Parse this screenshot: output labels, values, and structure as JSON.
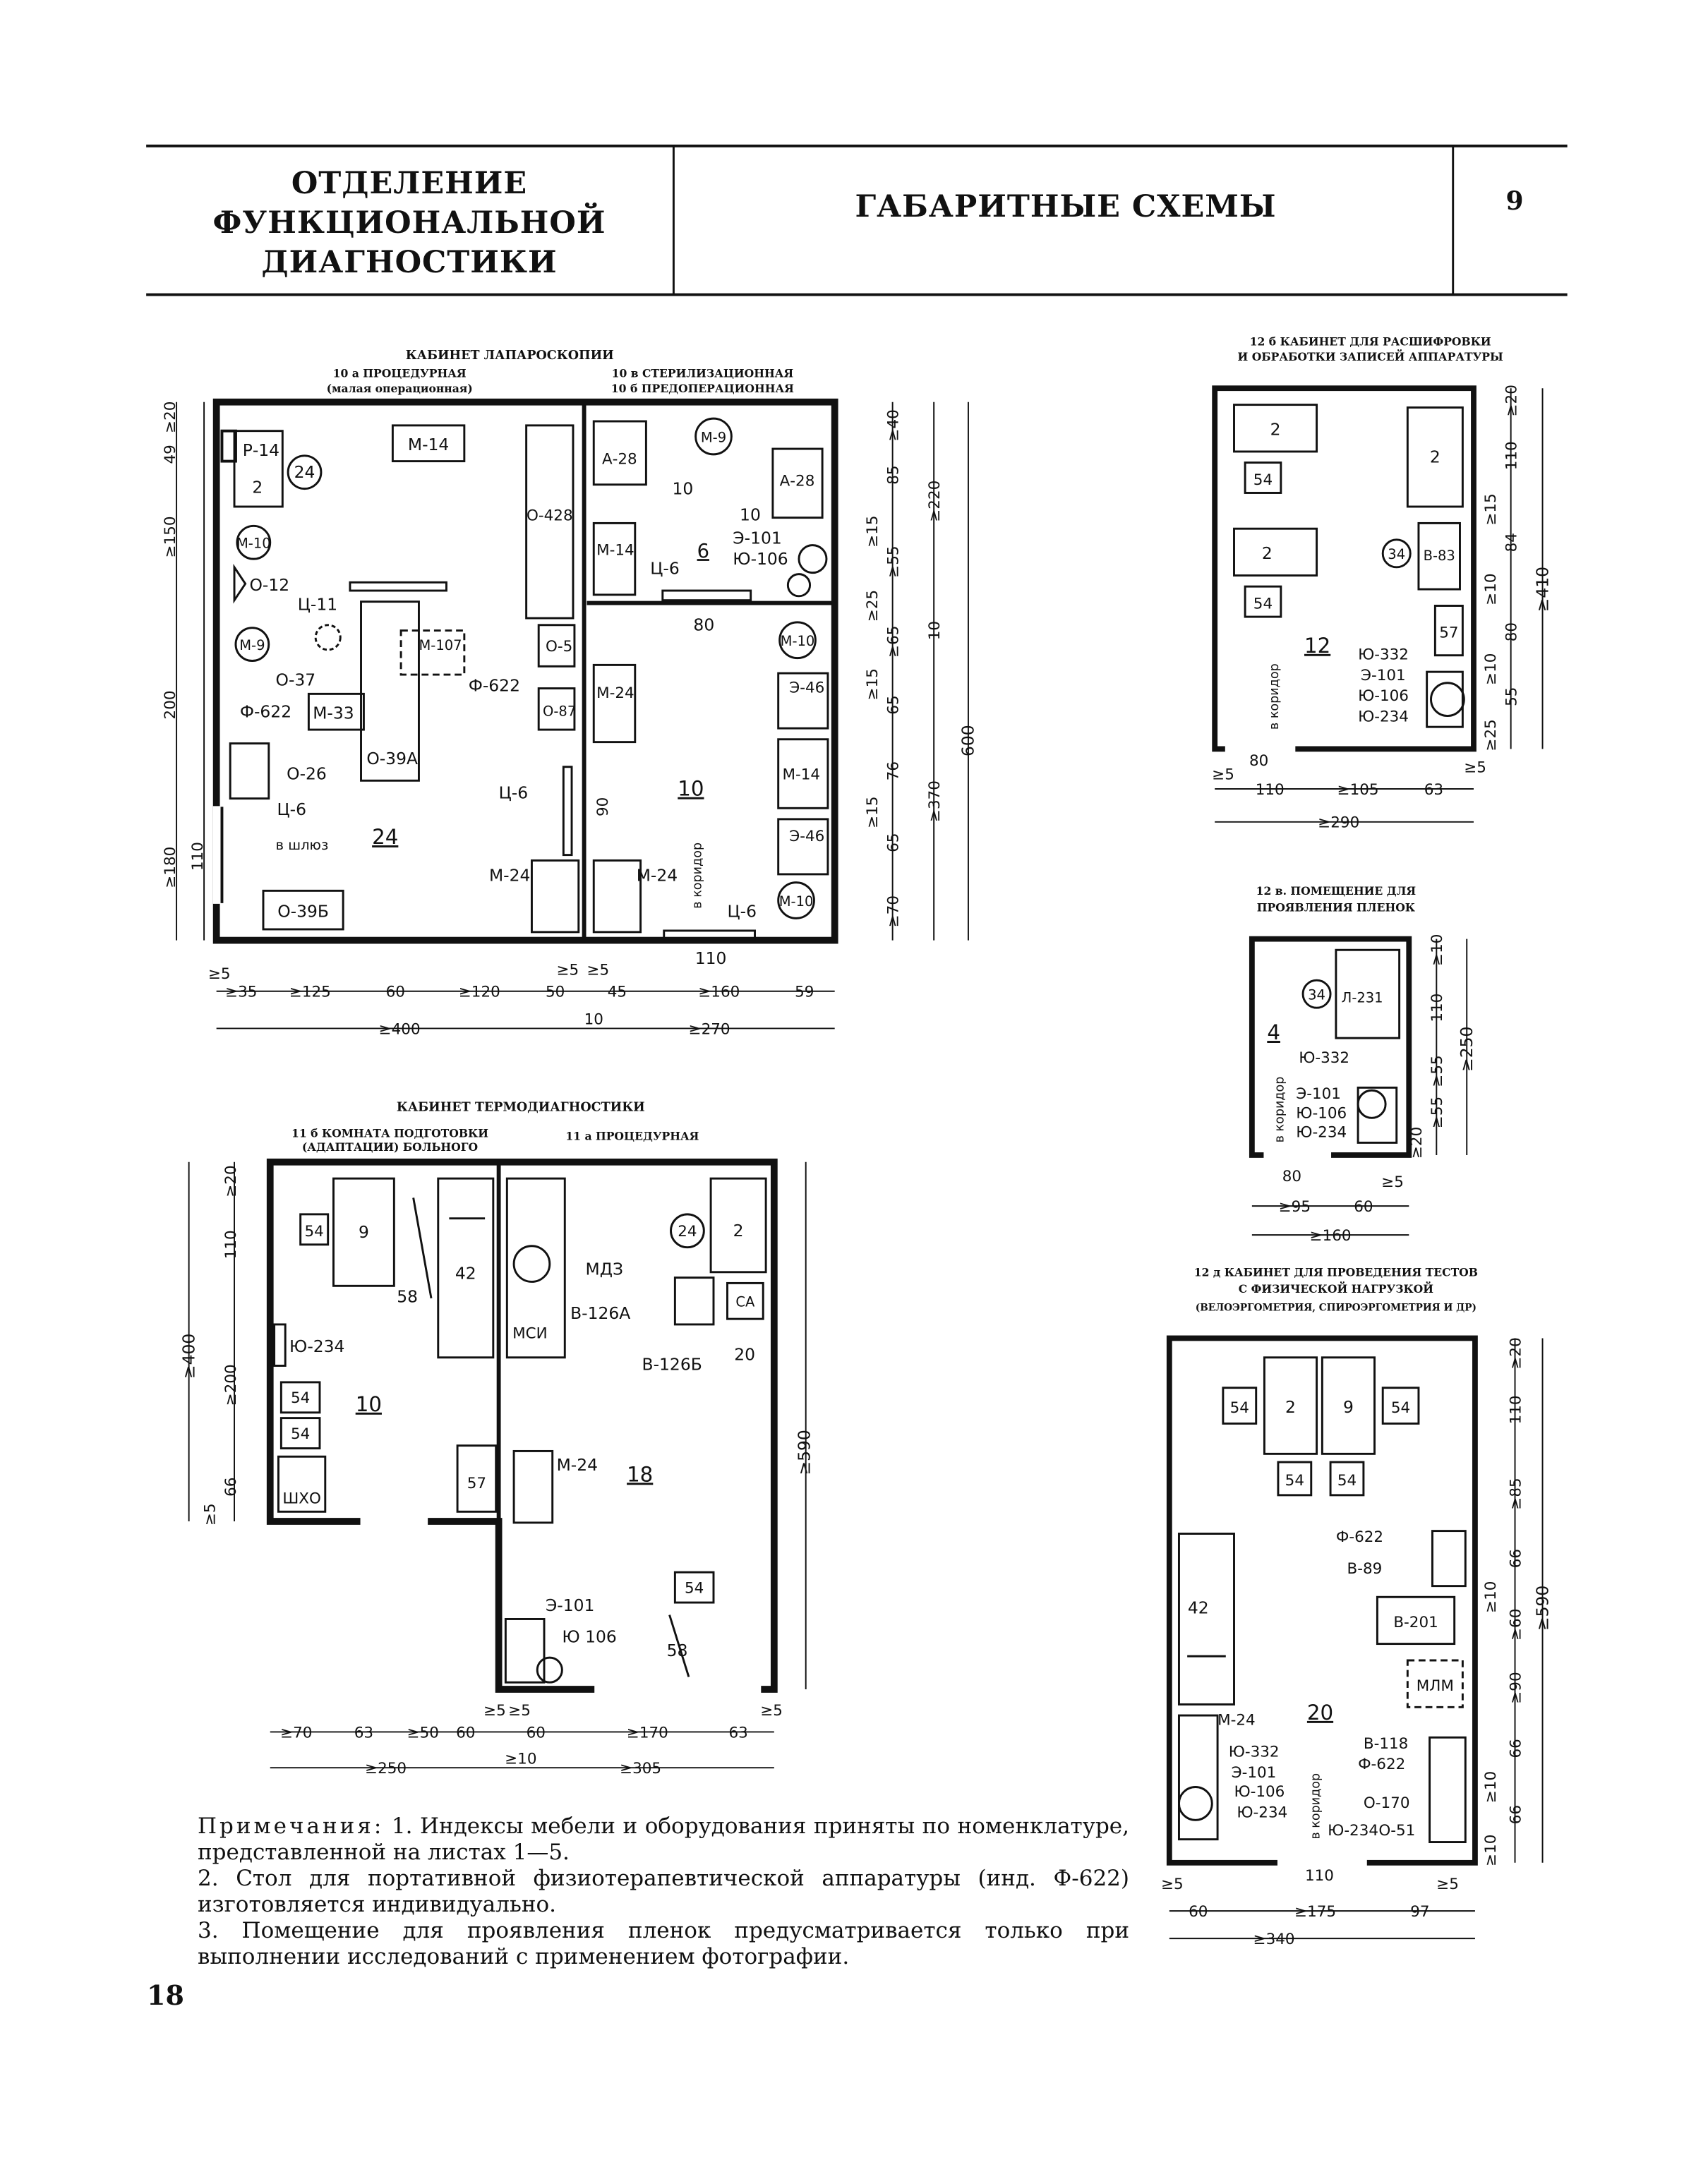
{
  "header": {
    "section_lines": [
      "ОТДЕЛЕНИЕ",
      "ФУНКЦИОНАЛЬНОЙ",
      "ДИАГНОСТИКИ"
    ],
    "title": "ГАБАРИТНЫЕ СХЕМЫ",
    "sheet_number": "9"
  },
  "plan1": {
    "caption": "КАБИНЕТ ЛАПАРОСКОПИИ",
    "sub_left_1": "10 а ПРОЦЕДУРНАЯ",
    "sub_left_2": "(малая операционная)",
    "sub_right_1": "10 в СТЕРИЛИЗАЦИОННАЯ",
    "sub_right_2": "10 б ПРЕДОПЕРАЦИОННАЯ",
    "items": {
      "r14": "Р-14",
      "two": "2",
      "c24": "24",
      "m14a": "М-14",
      "o428": "О-428",
      "m10a": "М-10",
      "o12": "О-12",
      "c11": "Ц-11",
      "m9a": "М-9",
      "o37": "О-37",
      "m107": "М-107",
      "o5": "О-5",
      "o87": "О-87",
      "f622": "Ф-622",
      "m33": "М-33",
      "o39a": "О-39А",
      "o26": "О-26",
      "c6a": "Ц-6",
      "to_shluz": "в шлюз",
      "room24": "24",
      "o39b": "О-39Б",
      "m24a": "М-24",
      "c6b": "Ц-6",
      "n90": "90",
      "a28a": "А-28",
      "m9b": "М-9",
      "a28b": "А-28",
      "n10a": "10",
      "n10b": "10",
      "e101": "Э-101",
      "yu106": "Ю-106",
      "m14b": "М-14",
      "n6": "6",
      "c6c": "Ц-6",
      "n80": "80",
      "m10b": "М-10",
      "e46a": "Э-46",
      "m24b": "М-24",
      "room10": "10",
      "m14c": "М-14",
      "e46b": "Э-46",
      "m10c": "М-10",
      "to_corridor": "в коридор",
      "m24c": "М-24",
      "c6d": "Ц-6",
      "n110": "110"
    },
    "dims_left": [
      "≥20",
      "49",
      "≥150",
      "200",
      "≥180",
      "110"
    ],
    "dims_right_inner": [
      "≥40",
      "85",
      "≥15",
      "≥55",
      "≥25",
      "≥65",
      "≥15",
      "65",
      "76",
      "≥15",
      "65",
      "≥70"
    ],
    "dims_right_mid": [
      "≥220",
      "10",
      "≥370"
    ],
    "dims_right_outer": "600",
    "dims_bottom": [
      "≥5",
      "≥35",
      "≥125",
      "60",
      "≥120",
      "50",
      "≥5",
      "≥5",
      "45",
      "≥160",
      "59"
    ],
    "dims_total": [
      "≥400",
      "10",
      "≥270"
    ]
  },
  "plan2": {
    "caption": "КАБИНЕТ ТЕРМОДИАГНОСТИКИ",
    "sub_left_1": "11 б КОМНАТА ПОДГОТОВКИ",
    "sub_left_2": "(АДАПТАЦИИ) БОЛЬНОГО",
    "sub_right": "11 а ПРОЦЕДУРНАЯ",
    "items": {
      "b54a": "54",
      "b9": "9",
      "b42": "42",
      "mdz": "МДЗ",
      "msi": "МСИ",
      "c24": "24",
      "b2": "2",
      "ca": "СА",
      "n58a": "58",
      "v126a": "В-126А",
      "v126b": "В-126Б",
      "n20": "20",
      "yu234": "Ю-234",
      "b54b": "54",
      "b54c": "54",
      "room10": "10",
      "shxo": "ШХО",
      "b57": "57",
      "m24": "М-24",
      "room18": "18",
      "b54d": "54",
      "e101": "Э-101",
      "yu106": "Ю 106",
      "n58b": "58"
    },
    "dims_left": [
      "≥20",
      "110",
      "≥200",
      "66",
      "≥5"
    ],
    "dims_left_total": "≥400",
    "dims_right_total": "≥590",
    "dims_bottom": [
      "≥70",
      "63",
      "≥50",
      "60",
      "≥5",
      "≥5",
      "60",
      "≥170",
      "63",
      "≥5"
    ],
    "dims_total": [
      "≥250",
      "≥10",
      "≥305"
    ]
  },
  "plan3": {
    "caption_1": "12 б КАБИНЕТ ДЛЯ РАСШИФРОВКИ",
    "caption_2": "И ОБРАБОТКИ ЗАПИСЕЙ АППАРАТУРЫ",
    "items": {
      "b2a": "2",
      "b54a": "54",
      "b2b": "2",
      "b2c": "2",
      "b54b": "54",
      "c34": "34",
      "b83": "В-83",
      "b57": "57",
      "room12": "12",
      "to_corridor": "в коридор",
      "yu332": "Ю-332",
      "e101": "Э-101",
      "yu106": "Ю-106",
      "yu234": "Ю-234"
    },
    "dims_right": [
      "≥20",
      "110",
      "≥15",
      "84",
      "≥10",
      "80",
      "≥10",
      "55",
      "≥25"
    ],
    "dims_right_total": "≥410",
    "dims_bottom": [
      "80",
      "≥5",
      "110",
      "≥105",
      "63",
      "≥5"
    ],
    "dims_total": "≥290"
  },
  "plan4": {
    "caption_1": "12 в. ПОМЕЩЕНИЕ ДЛЯ",
    "caption_2": "ПРОЯВЛЕНИЯ ПЛЕНОК",
    "items": {
      "c34": "34",
      "l231": "Л-231",
      "room4": "4",
      "yu332": "Ю-332",
      "e101": "Э-101",
      "yu106": "Ю-106",
      "yu234": "Ю-234",
      "to_corridor": "в коридор"
    },
    "dims_right": [
      "≥10",
      "110",
      "≥55",
      "≥55",
      "≥20"
    ],
    "dims_right_total": "≥250",
    "dims_bottom": [
      "80",
      "≥5",
      "≥95",
      "60",
      "≥160"
    ]
  },
  "plan5": {
    "caption_1": "12 д КАБИНЕТ ДЛЯ ПРОВЕДЕНИЯ ТЕСТОВ",
    "caption_2": "С ФИЗИЧЕСКОЙ НАГРУЗКОЙ",
    "caption_3": "(ВЕЛОЭРГОМЕТРИЯ, СПИРОЭРГОМЕТРИЯ И ДР)",
    "items": {
      "b54a": "54",
      "b2": "2",
      "b9": "9",
      "b54b": "54",
      "b54c": "54",
      "b54d": "54",
      "f622a": "Ф-622",
      "v89": "В-89",
      "b42": "42",
      "v201": "В-201",
      "mlm": "МЛМ",
      "m24": "М-24",
      "room20": "20",
      "yu332": "Ю-332",
      "e101": "Э-101",
      "yu106": "Ю-106",
      "yu234a": "Ю-234",
      "v118": "В-118",
      "f622b": "Ф-622",
      "o170": "О-170",
      "yu234b": "Ю-234",
      "o51": "О-51",
      "to_corridor": "в коридор"
    },
    "dims_right": [
      "≥20",
      "110",
      "≥85",
      "66",
      "≥10",
      "≥60",
      "≥90",
      "66",
      "≥10",
      "66",
      "≥10"
    ],
    "dims_right_total": "≥590",
    "dims_bottom": [
      "≥5",
      "110",
      "≥5",
      "60",
      "≥175",
      "97"
    ],
    "dims_total": "≥340"
  },
  "notes": {
    "title": "Примечания:",
    "n1": "1. Индексы мебели и оборудования приняты по номенклатуре, представленной на листах 1—5.",
    "n2": "2. Стол для портативной физиотерапевтической аппаратуры (инд. Ф-622) изготовляется индивидуально.",
    "n3": "3. Помещение для проявления пленок предусматривается только при выполнении исследований с применением фотографии."
  },
  "page_number": "18"
}
